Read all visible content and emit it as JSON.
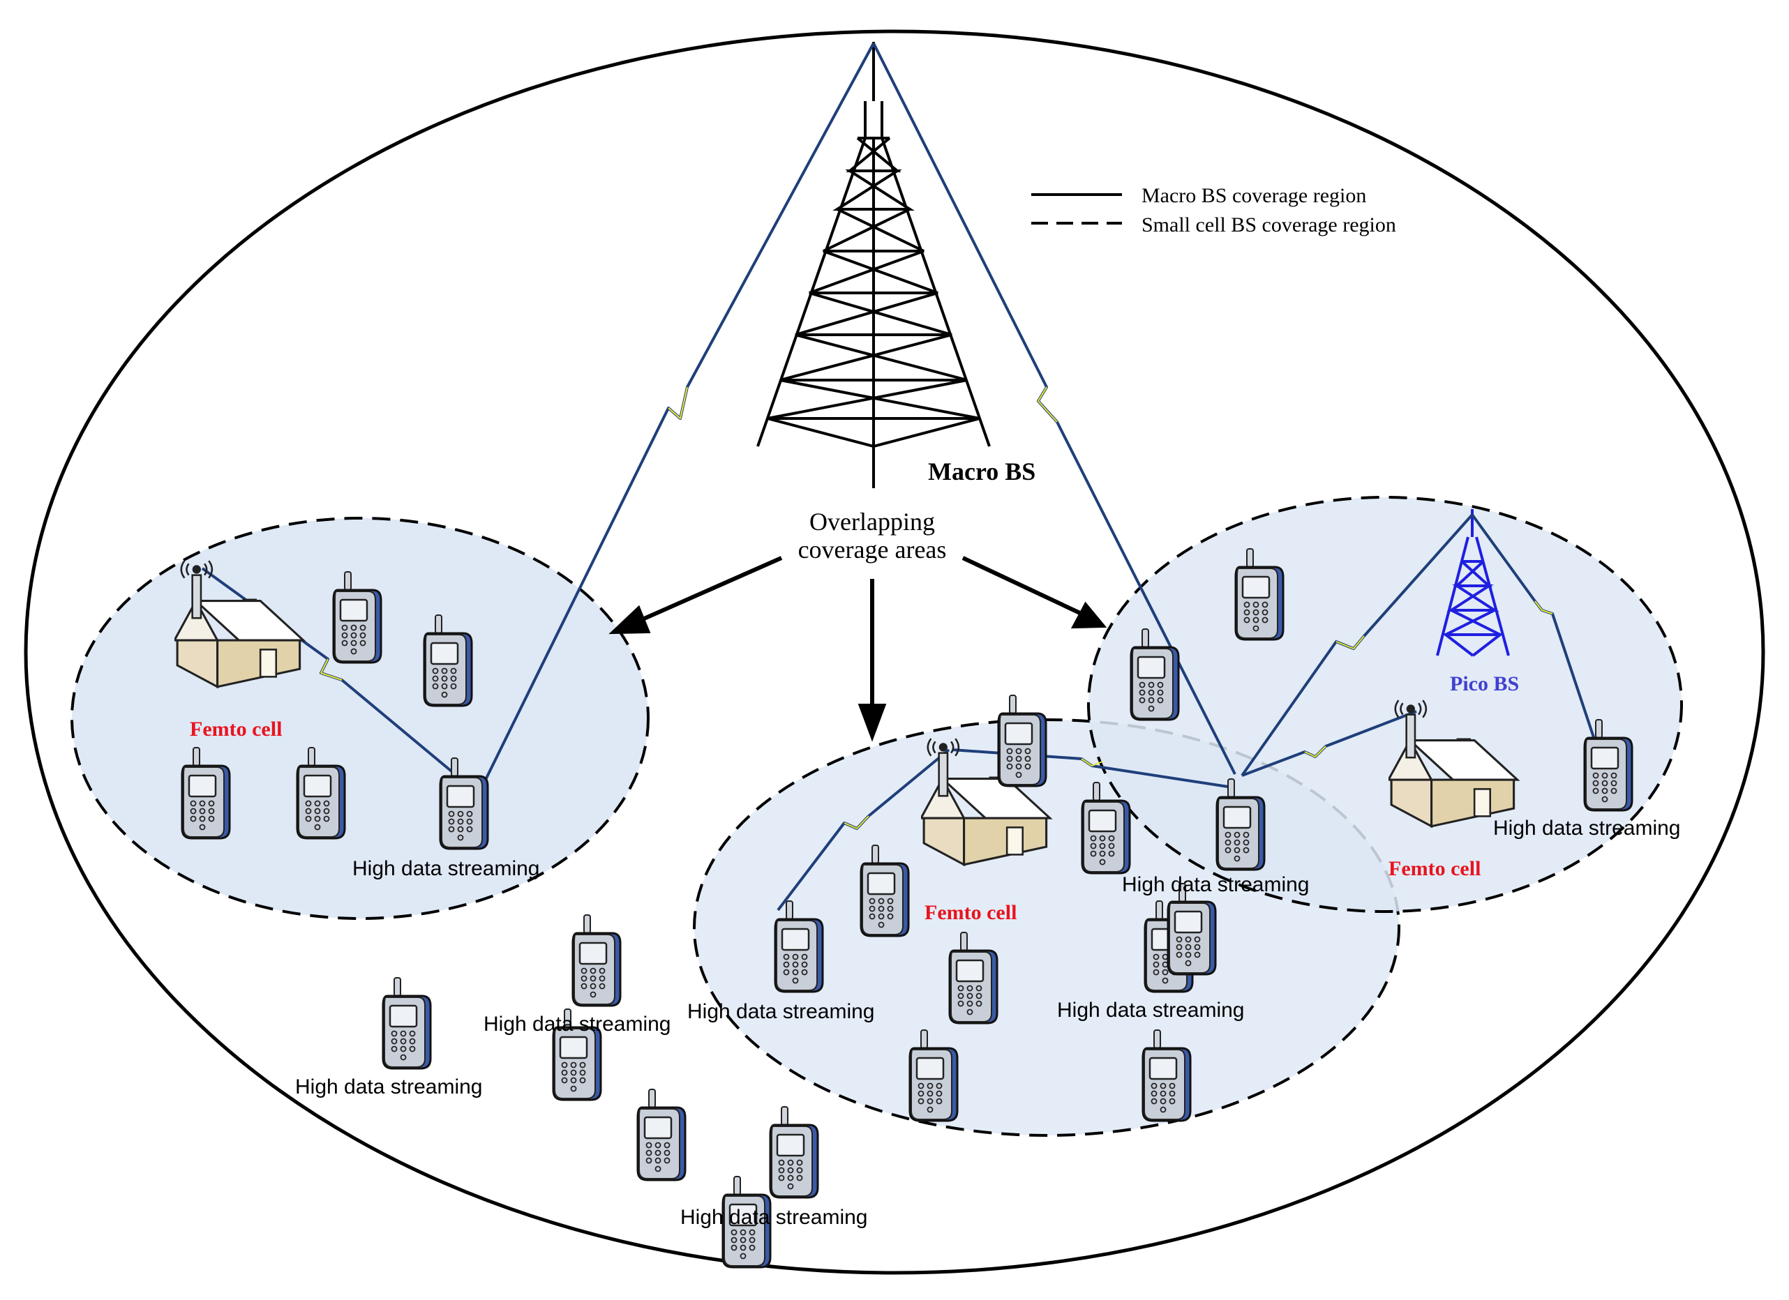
{
  "legend": {
    "macro_label": "Macro BS coverage region",
    "small_label": "Small cell BS coverage region"
  },
  "labels": {
    "macro_bs": "Macro BS",
    "overlap_line1": "Overlapping",
    "overlap_line2": "coverage areas",
    "pico_bs": "Pico BS",
    "femto_left": "Femto cell",
    "femto_center": "Femto cell",
    "femto_right": "Femto cell",
    "hds_left": "High data streaming",
    "hds_center_left": "High data streaming",
    "hds_center_right": "High data streaming",
    "hds_right_mid": "High data streaming",
    "hds_right_far": "High data streaming",
    "hds_outside_1": "High data streaming",
    "hds_outside_2": "High data streaming",
    "hds_outside_3": "High data streaming"
  },
  "colors": {
    "macro_outline": "#000000",
    "cell_fill": "#dfe8f5",
    "link_line": "#1f3f7a",
    "lightning": "#e8e830",
    "femto_label": "#e8141e",
    "pico_tower": "#1f1fe0",
    "pico_label": "#4040d0",
    "phone_body": "#c8ced8",
    "phone_side": "#3a5aa8"
  },
  "icons": {
    "macro_tower": "lattice-tower-icon",
    "pico_tower": "lattice-tower-icon",
    "phone": "mobile-phone-icon",
    "house": "house-with-antenna-icon"
  }
}
